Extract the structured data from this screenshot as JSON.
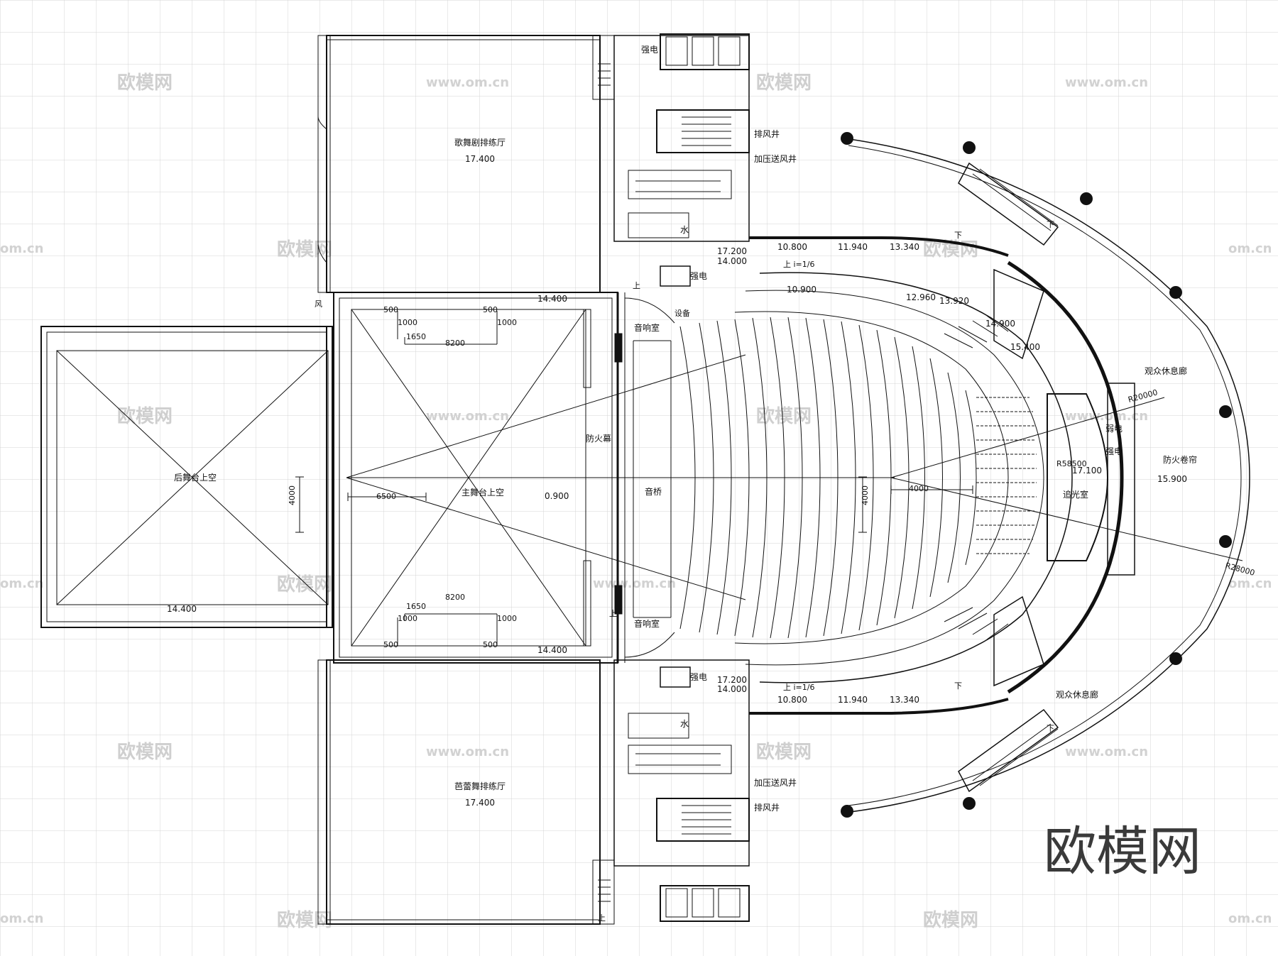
{
  "rooms": {
    "opera_rehearsal": "歌舞剧排练厅",
    "ballet_rehearsal": "芭蕾舞排练厅",
    "rear_stage": "后舞台上空",
    "main_stage": "主舞台上空",
    "fire_curtain": "防火幕",
    "sound_bridge": "音桥",
    "sound_room_top": "音响室",
    "sound_room_bottom": "音响室",
    "exhaust_shaft_top": "排风井",
    "exhaust_shaft_bottom": "排风井",
    "pressurized_shaft_top": "加压送风井",
    "pressurized_shaft_bottom": "加压送风井",
    "strong_power_top": "强电",
    "strong_power_mid_top": "强电",
    "strong_power_mid_bottom": "强电",
    "weak_power": "弱电",
    "strong_power_right": "强电",
    "water_top": "水",
    "water_bottom": "水",
    "audience_lounge_top": "观众休息廊",
    "audience_lounge_bottom": "观众休息廊",
    "fire_shutter": "防火卷帘",
    "followspot_room": "追光室"
  },
  "levels": {
    "opera_rehearsal": "17.400",
    "ballet_rehearsal": "17.400",
    "rear_stage": "14.400",
    "main_stage_top": "14.400",
    "main_stage_bottom": "14.400",
    "main_stage_center": "0.900",
    "upper_a": "17.200",
    "upper_b": "14.000",
    "lower_a": "17.200",
    "lower_b": "14.000",
    "balc_1_top": "10.800",
    "balc_2_top": "11.940",
    "balc_3_top": "13.340",
    "balc_1_bottom": "10.800",
    "balc_2_bottom": "11.940",
    "balc_3_bottom": "13.340",
    "tier_a": "10.900",
    "tier_b": "12.960",
    "tier_c": "13.920",
    "tier_d": "14.900",
    "tier_e": "15.400",
    "followspot": "17.100",
    "lounge": "15.900"
  },
  "dimensions": {
    "d8200_top": "8200",
    "d8200_bottom": "8200",
    "d1650_top": "1650",
    "d1650_bottom": "1650",
    "d1000_a": "1000",
    "d1000_b": "1000",
    "d1000_c": "1000",
    "d1000_d": "1000",
    "d500_a": "500",
    "d500_b": "500",
    "d500_c": "500",
    "d500_d": "500",
    "d6500": "6500",
    "d4000_left": "4000",
    "d4000_center": "4000",
    "d4000_horizontal": "4000",
    "r20000": "R20000",
    "r58500": "R58500",
    "r28000": "R28000"
  },
  "annotations": {
    "up": "上",
    "down": "下",
    "slope_top": "上 i=1/6",
    "slope_bottom": "上 i=1/6",
    "wind": "风",
    "device": "设备"
  },
  "watermarks": {
    "brand_cn": "欧模网",
    "url": "www.om.cn",
    "url_short": "om.cn"
  }
}
